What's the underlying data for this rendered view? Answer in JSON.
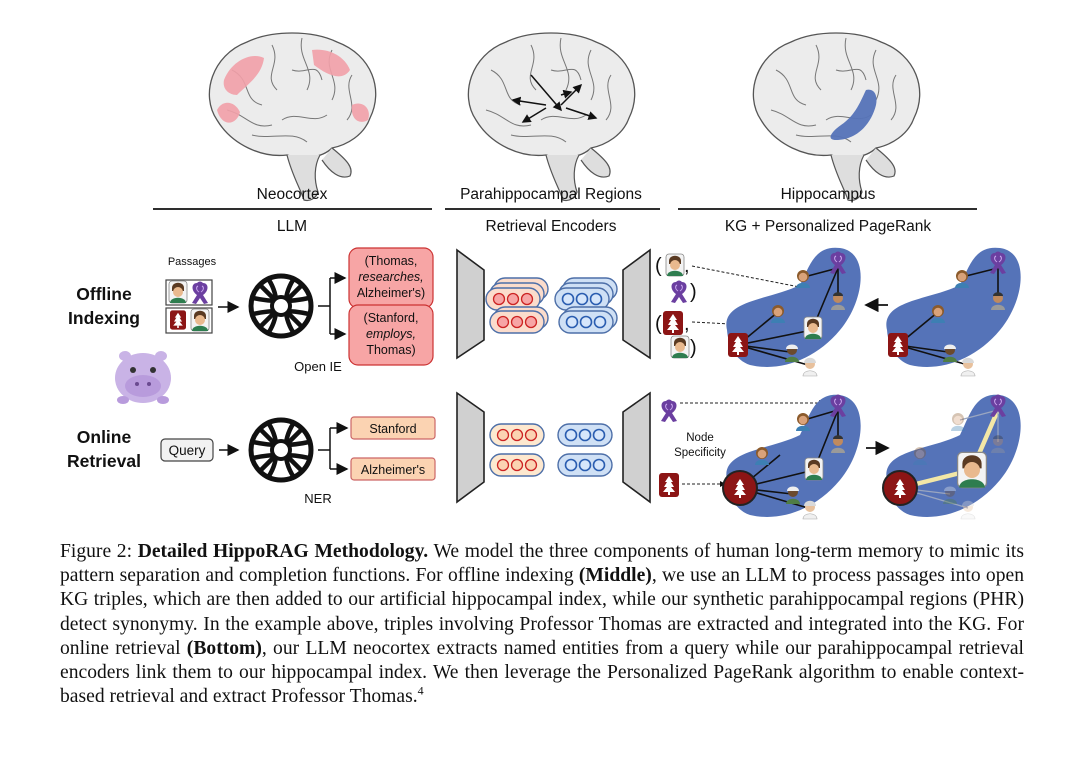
{
  "figure": {
    "columns": {
      "neocortex": {
        "region": "Neocortex",
        "module": "LLM"
      },
      "parahippocampal": {
        "region": "Parahippocampal Regions",
        "module": "Retrieval Encoders"
      },
      "hippocampus": {
        "region": "Hippocampus",
        "module": "KG + Personalized PageRank"
      }
    },
    "rows": {
      "offline": {
        "label_line1": "Offline",
        "label_line2": "Indexing"
      },
      "online": {
        "label_line1": "Online",
        "label_line2": "Retrieval"
      }
    },
    "passages_label": "Passages",
    "query_label": "Query",
    "open_ie_label": "Open IE",
    "ner_label": "NER",
    "triple1": {
      "line1": "(Thomas,",
      "line2": "researches,",
      "line3": "Alzheimer's)"
    },
    "triple2": {
      "line1": "(Stanford,",
      "line2": "employs,",
      "line3": "Thomas)"
    },
    "entity1": "Stanford",
    "entity2": "Alzheimer's",
    "node_specificity_line1": "Node",
    "node_specificity_line2": "Specificity",
    "colors": {
      "brain_highlight_red": "#f2a0a8",
      "hippocampus_blue": "#5573b8",
      "triple_fill": "#f7a5a5",
      "entity_fill": "#fbd3b2",
      "stanford_red": "#8c1515",
      "ribbon_purple": "#6b3fa0"
    }
  },
  "caption": {
    "prefix": "Figure 2: ",
    "title": "Detailed HippoRAG Methodology.",
    "part1": " We model the three components of human long-term memory to mimic its pattern separation and completion functions. For offline indexing ",
    "middle": "(Middle)",
    "part2": ", we use an LLM to process passages into open KG triples, which are then added to our artificial hippocampal index, while our synthetic parahippocampal regions (PHR) detect synonymy. In the example above, triples involving Professor Thomas are extracted and integrated into the KG. For online retrieval ",
    "bottom": "(Bottom)",
    "part3": ", our LLM neocortex extracts named entities from a query while our parahippocampal retrieval encoders link them to our hippocampal index. We then leverage the Personalized PageRank algorithm to enable context-based retrieval and extract Professor Thomas.",
    "footnote": "4"
  }
}
